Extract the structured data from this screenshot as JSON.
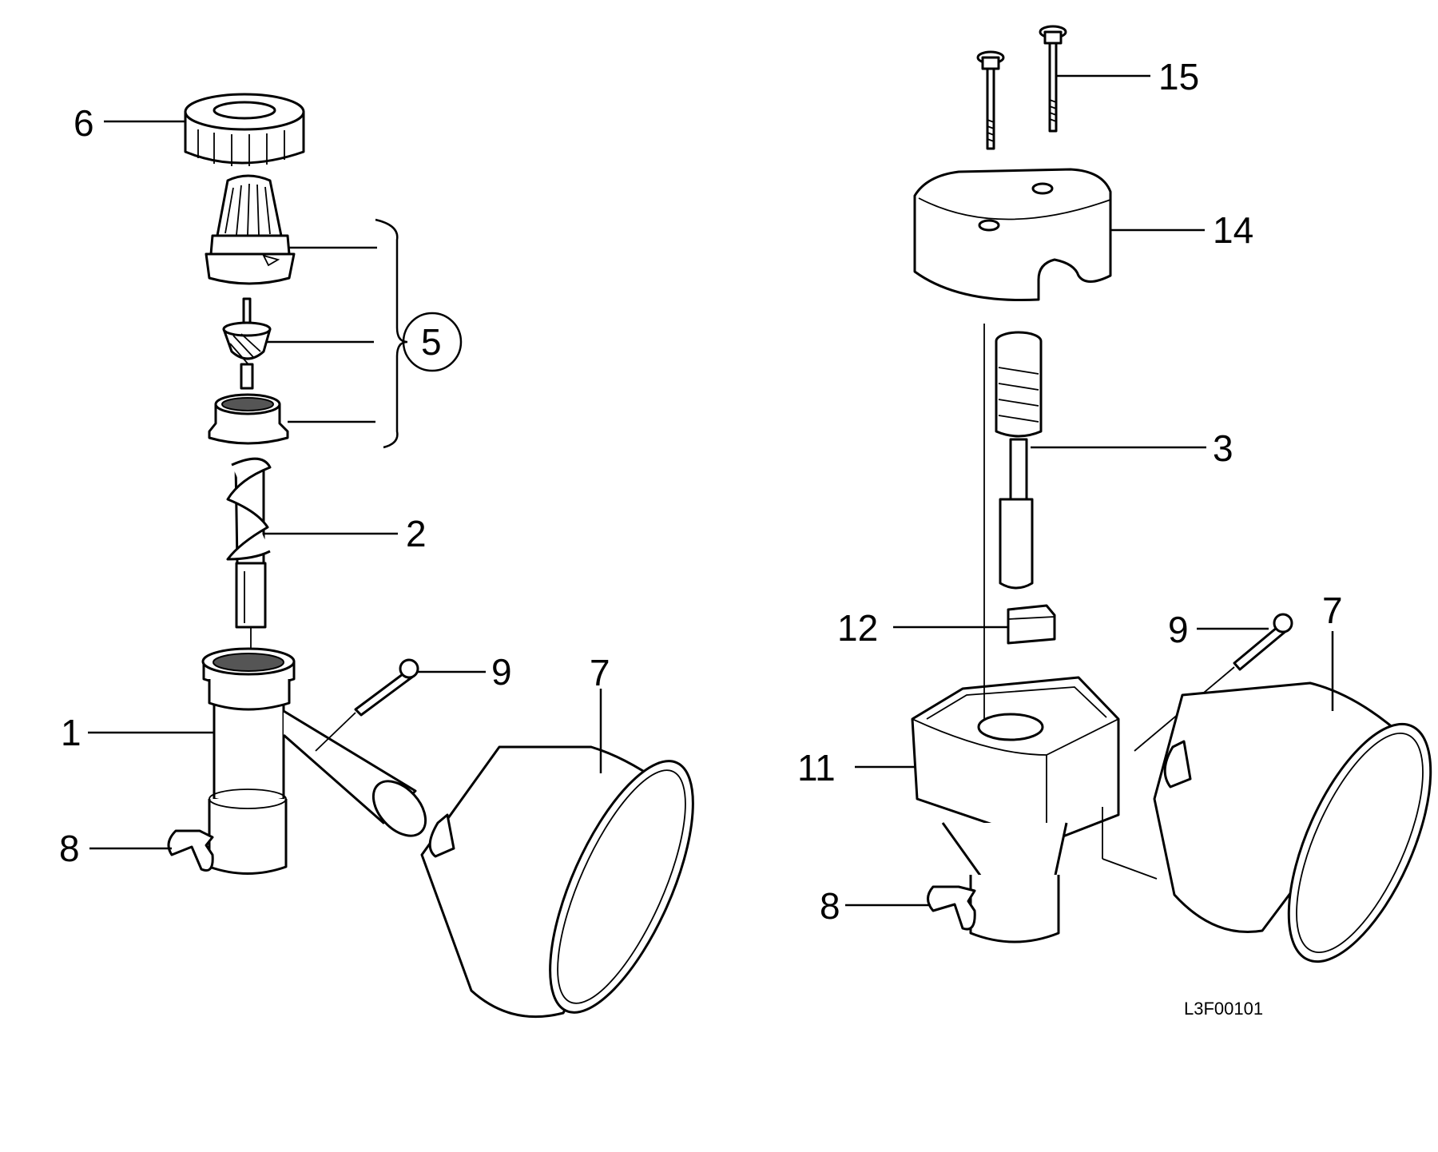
{
  "diagram": {
    "labels": {
      "l6": "6",
      "l5": "5",
      "l2": "2",
      "l1": "1",
      "l8_left": "8",
      "l9_left": "9",
      "l7_left": "7",
      "l15": "15",
      "l14": "14",
      "l3": "3",
      "l12": "12",
      "l9_right": "9",
      "l7_right": "7",
      "l11": "11",
      "l8_right": "8"
    },
    "drawing_code": "L3F00101"
  }
}
